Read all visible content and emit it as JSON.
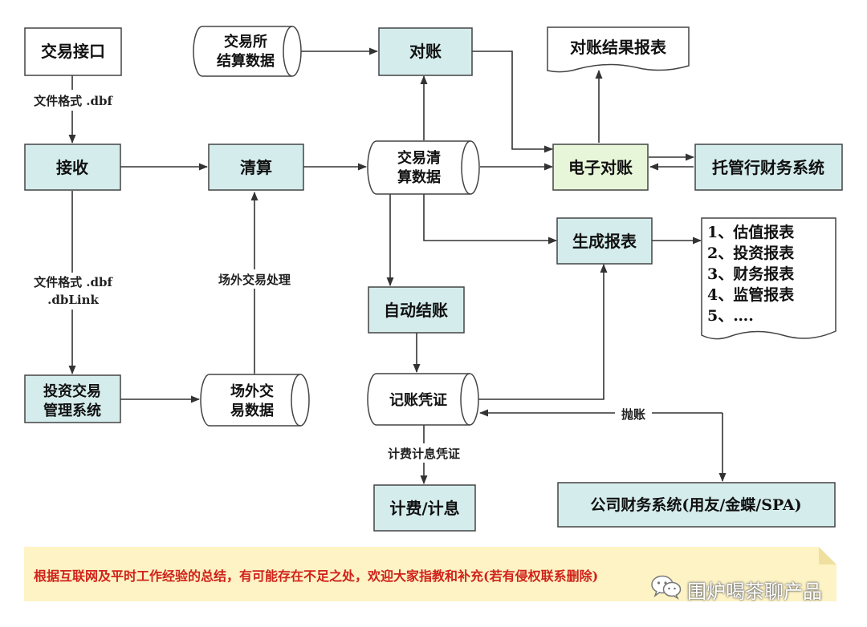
{
  "diagram": {
    "nodes": {
      "trade_interface": "交易接口",
      "receive": "接收",
      "exchange_settlement_data": [
        "交易所",
        "结算数据"
      ],
      "clearing": "清算",
      "reconcile": "对账",
      "reconcile_report": "对账结果报表",
      "trade_clearing_data": [
        "交易清",
        "算数据"
      ],
      "electronic_reconcile": "电子对账",
      "custodian_finance_system": "托管行财务系统",
      "generate_reports": "生成报表",
      "report_list": [
        "1、估值报表",
        "2、投资报表",
        "3、财务报表",
        "4、监管报表",
        "5、…."
      ],
      "auto_closing": "自动结账",
      "accounting_voucher": "记账凭证",
      "fee_interest": "计费/计息",
      "company_finance_system": "公司财务系统(用友/金蝶/SPA)",
      "investment_trading_system": [
        "投资交易",
        "管理系统"
      ],
      "otc_trade_data": [
        "场外交",
        "易数据"
      ]
    },
    "edge_labels": {
      "file_format_dbf": "文件格式 .dbf",
      "file_format_dbf_dblink": [
        "文件格式 .dbf",
        ".dbLink"
      ],
      "otc_trade_processing": "场外交易处理",
      "fee_interest_voucher": "计费计息凭证",
      "post_account": "抛账"
    }
  },
  "note": {
    "text": "根据互联网及平时工作经验的总结，有可能存在不足之处，欢迎大家指教和补充(若有侵权联系删除)"
  },
  "watermark": {
    "text": "围炉喝茶聊产品",
    "icon": "wechat-icon"
  },
  "colors": {
    "process_fill": "#d5ecec",
    "highlight_fill": "#e7f5d8",
    "box_stroke": "#444444",
    "note_fill": "#fdf3c4",
    "note_text": "#d0221a"
  }
}
